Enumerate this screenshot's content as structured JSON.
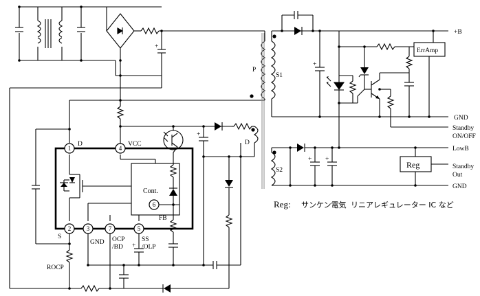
{
  "labels": {
    "plus_b": "+B",
    "gnd_top": "GND",
    "standby_on_off_1": "Standby",
    "standby_on_off_2": "ON/OFF",
    "low_b": "LowB",
    "standby_out_1": "Standby",
    "standby_out_2": "Out",
    "gnd_bottom": "GND",
    "s1": "S1",
    "s2": "S2",
    "p": "P",
    "d_winding": "D",
    "err_amp": "ErrAmp",
    "reg": "Reg",
    "cont": "Cont.",
    "pin_d": "D",
    "pin_vcc": "VCC",
    "pin_fb": "FB",
    "pin_s": "S",
    "pin_gnd": "GND",
    "ocp_bd_1": "OCP",
    "ocp_bd_2": "/BD",
    "ss_olp_1": "SS",
    "ss_olp_2": "/OLP",
    "rocp": "ROCP"
  },
  "pins": [
    "1",
    "4",
    "6",
    "2",
    "3",
    "7",
    "5"
  ],
  "note": {
    "prefix": "Reg:",
    "maker": "サンケン電気",
    "text": "リニアレギュレーター IC など"
  }
}
